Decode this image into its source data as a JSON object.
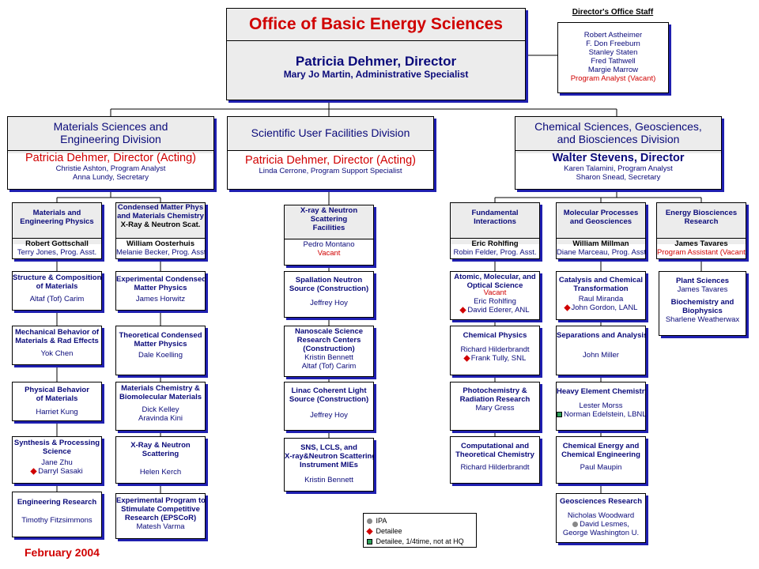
{
  "date": "February 2004",
  "office": {
    "title": "Office of Basic Energy Sciences",
    "director": "Patricia Dehmer, Director",
    "assistant": "Mary Jo Martin, Administrative Specialist"
  },
  "staff": {
    "title": "Director's Office Staff",
    "members": [
      "Robert Astheimer",
      "F. Don Freeburn",
      "Stanley Staten",
      "Fred Tathwell",
      "Margie Marrow"
    ],
    "vacant": "Program Analyst (Vacant)"
  },
  "divisions": {
    "materials": {
      "title1": "Materials Sciences and",
      "title2": "Engineering Division",
      "director": "Patricia Dehmer, Director (Acting)",
      "staff1": "Christie Ashton, Program Analyst",
      "staff2": "Anna Lundy, Secretary"
    },
    "facilities": {
      "title1": "Scientific User Facilities Division",
      "director": "Patricia Dehmer, Director (Acting)",
      "staff1": "Linda Cerrone, Program Support Specialist"
    },
    "chemical": {
      "title1": "Chemical Sciences, Geosciences,",
      "title2": "and Biosciences Division",
      "director": "Walter Stevens, Director",
      "staff1": "Karen Talamini, Program Analyst",
      "staff2": "Sharon Snead, Secretary"
    }
  },
  "teams": {
    "mep": {
      "title1": "Materials and",
      "title2": "Engineering Physics",
      "lead": "Robert Gottschall",
      "asst": "Terry Jones, Prog. Asst."
    },
    "cmp": {
      "title1": "Condensed Matter Phys",
      "title2": "and Materials Chemistry",
      "title3": "X-Ray & Neutron Scat.",
      "lead": "William Oosterhuis",
      "asst": "Melanie Becker, Prog. Asst."
    },
    "xnf": {
      "title1": "X-ray & Neutron",
      "title2": "Scattering",
      "title3": "Facilities",
      "lead": "Pedro Montano",
      "vacant": "Vacant"
    },
    "fi": {
      "title1": "Fundamental",
      "title2": "Interactions",
      "lead": "Eric Rohlfing",
      "asst": "Robin Felder, Prog. Asst."
    },
    "mpg": {
      "title1": "Molecular Processes",
      "title2": "and Geosciences",
      "lead": "William Millman",
      "asst": "Diane Marceau, Prog. Asst."
    },
    "ebr": {
      "title1": "Energy Biosciences",
      "title2": "Research",
      "lead": "James Tavares",
      "asst": "Program Assistant (Vacant)"
    }
  },
  "programs": {
    "col1": [
      {
        "l1": "Structure & Composition",
        "l2": "of Materials",
        "p1": "Altaf (Tof) Carim"
      },
      {
        "l1": "Mechanical Behavior of",
        "l2": "Materials & Rad Effects",
        "p1": "Yok Chen"
      },
      {
        "l1": "Physical Behavior",
        "l2": "of Materials",
        "p1": "Harriet Kung"
      },
      {
        "l1": "Synthesis & Processing",
        "l2": "Science",
        "p1": "Jane Zhu",
        "p2": "Darryl Sasaki"
      },
      {
        "l1": "Engineering Research",
        "p1": "Timothy Fitzsimmons"
      }
    ],
    "col2": [
      {
        "l1": "Experimental Condensed",
        "l2": "Matter Physics",
        "p1": "James Horwitz"
      },
      {
        "l1": "Theoretical Condensed",
        "l2": "Matter Physics",
        "p1": "Dale Koelling"
      },
      {
        "l1": "Materials Chemistry &",
        "l2": "Biomolecular Materials",
        "p1": "Dick Kelley",
        "p2": "Aravinda Kini"
      },
      {
        "l1": "X-Ray & Neutron",
        "l2": "Scattering",
        "p1": "Helen Kerch"
      },
      {
        "l1": "Experimental Program to",
        "l2": "Stimulate Competitive",
        "l3": "Research (EPSCoR)",
        "p1": "Matesh Varma"
      }
    ],
    "col3": [
      {
        "l1": "Spallation Neutron",
        "l2": "Source (Construction)",
        "p1": "Jeffrey Hoy"
      },
      {
        "l1": "Nanoscale Science",
        "l2": "Research Centers",
        "l3": "(Construction)",
        "p1": "Kristin Bennett",
        "p2": "Altaf (Tof) Carim"
      },
      {
        "l1": "Linac Coherent Light",
        "l2": "Source (Construction)",
        "p1": "Jeffrey Hoy"
      },
      {
        "l1": "SNS, LCLS, and",
        "l2": "X-ray&Neutron Scattering",
        "l3": "Instrument MIEs",
        "p1": "Kristin Bennett"
      }
    ],
    "col4": [
      {
        "l1": "Atomic, Molecular, and",
        "l2": "Optical Science",
        "v": "Vacant",
        "p1": "Eric Rohlfing",
        "p2": "David Ederer, ANL"
      },
      {
        "l1": "Chemical Physics",
        "p1": "Richard Hilderbrandt",
        "p2": "Frank Tully, SNL"
      },
      {
        "l1": "Photochemistry &",
        "l2": "Radiation Research",
        "p1": "Mary Gress"
      },
      {
        "l1": "Computational and",
        "l2": "Theoretical Chemistry",
        "p1": "Richard Hilderbrandt"
      }
    ],
    "col5": [
      {
        "l1": "Catalysis and Chemical",
        "l2": "Transformation",
        "p1": "Raul Miranda",
        "p2": "John Gordon, LANL"
      },
      {
        "l1": "Separations and Analysis",
        "p1": "John Miller"
      },
      {
        "l1": "Heavy Element Chemistry",
        "p1": "Lester Morss",
        "p2": "Norman Edelstein, LBNL"
      },
      {
        "l1": "Chemical Energy and",
        "l2": "Chemical Engineering",
        "p1": "Paul Maupin"
      },
      {
        "l1": "Geosciences Research",
        "p1": "Nicholas Woodward",
        "p2": "David Lesmes,",
        "p3": "George Washington U."
      }
    ],
    "col6": [
      {
        "l1": "Plant Sciences",
        "p1": "James Tavares",
        "l3": "Biochemistry and",
        "l4": "Biophysics",
        "p2": "Sharlene Weatherwax"
      }
    ]
  },
  "legend": {
    "ipa": "IPA",
    "detailee": "Detailee",
    "detailee_part": "Detailee, 1/4time, not at HQ",
    "colors": {
      "ipa": "#888888",
      "detailee": "#d00000",
      "detailee_part": "#2fa05a"
    }
  },
  "colors": {
    "accent_red": "#d00000",
    "navy": "#0a0a7a",
    "shadow": "#1f1fb0",
    "header_gray": "#ececec"
  }
}
